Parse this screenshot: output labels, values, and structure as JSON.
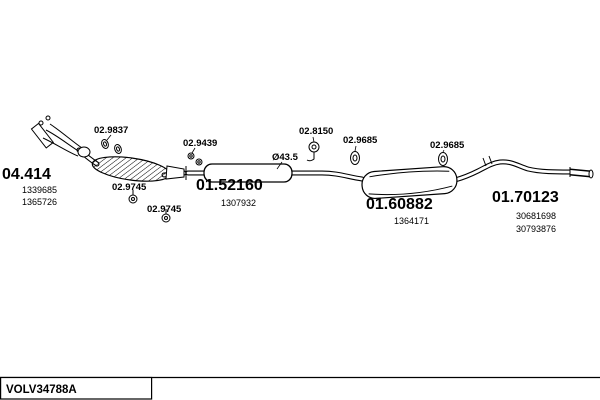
{
  "sheet": {
    "code": "VOLV34788A"
  },
  "parts": {
    "front": {
      "code": "04.414",
      "oem1": "1339685",
      "oem2": "1365726"
    },
    "gasket": {
      "code": "02.9837"
    },
    "springs": {
      "code": "02.9439"
    },
    "hanger_a": {
      "code": "02.9745"
    },
    "hanger_b": {
      "code": "02.9745"
    },
    "center": {
      "code": "01.52160",
      "oem1": "1307932"
    },
    "diameter": {
      "label": "Ø43.5"
    },
    "bracket": {
      "code": "02.8150"
    },
    "rubber_a": {
      "code": "02.9685"
    },
    "rubber_b": {
      "code": "02.9685"
    },
    "rear": {
      "code": "01.60882",
      "oem1": "1364171"
    },
    "tail": {
      "code": "01.70123",
      "oem1": "30681698",
      "oem2": "30793876"
    }
  }
}
